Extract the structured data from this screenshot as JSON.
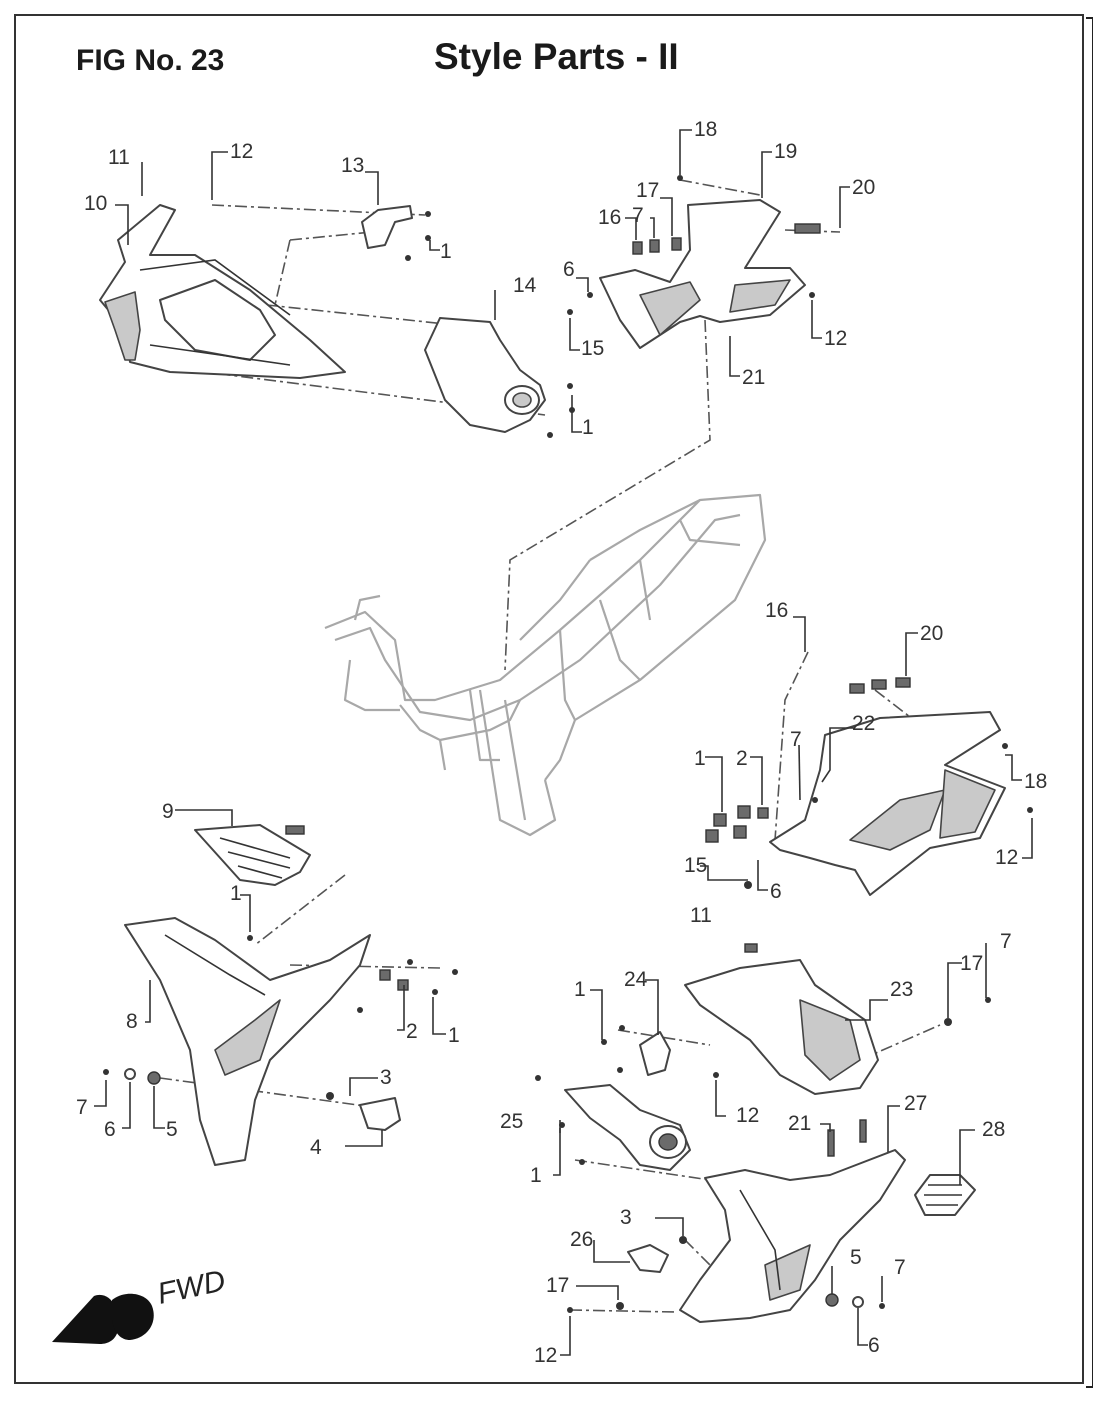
{
  "header": {
    "fig_number": "FIG No. 23",
    "title": "Style Parts - II"
  },
  "direction": {
    "label": "FWD"
  },
  "callouts": [
    "1",
    "2",
    "3",
    "4",
    "5",
    "6",
    "7",
    "8",
    "9",
    "10",
    "11",
    "12",
    "13",
    "14",
    "15",
    "16",
    "17",
    "18",
    "19",
    "20",
    "21",
    "22",
    "23",
    "24",
    "25",
    "26",
    "27",
    "28"
  ]
}
